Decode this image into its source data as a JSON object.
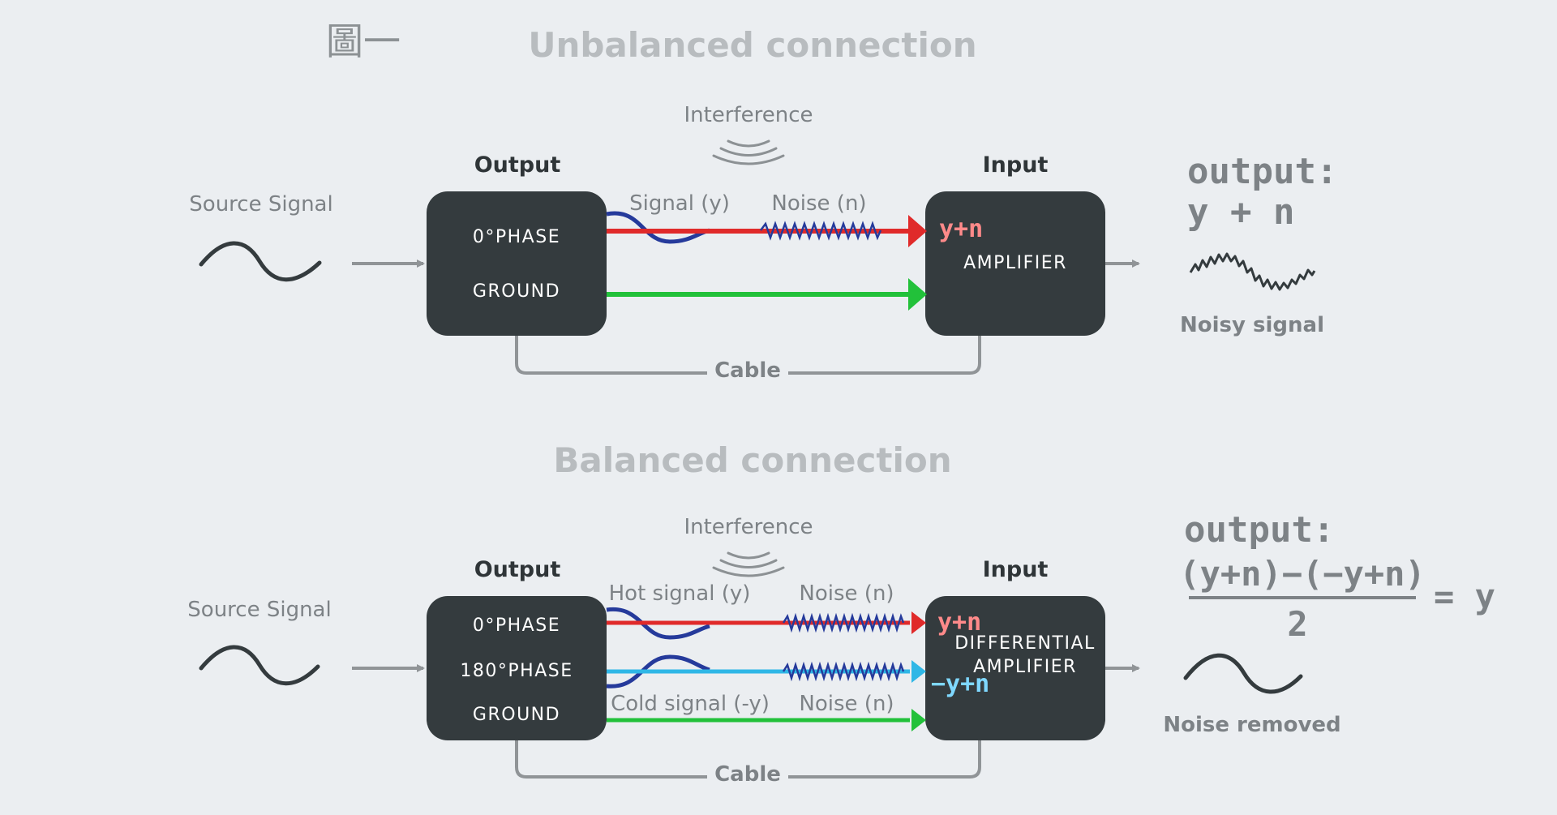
{
  "figure_label": "圖一",
  "colors": {
    "box": "#343b3e",
    "signal_hot": "#e02a2a",
    "signal_cold": "#2fb7e6",
    "ground": "#22c13a",
    "twist": "#253a9b",
    "noise": "#253a9b",
    "grey": "#909497",
    "text_pink": "#ff8a8a",
    "text_cyan": "#7fd8ff"
  },
  "unbalanced": {
    "title": "Unbalanced connection",
    "interference": "Interference",
    "source": "Source Signal",
    "output_header": "Output",
    "input_header": "Input",
    "output_box": [
      "0°PHASE",
      "GROUND"
    ],
    "amp": "AMPLIFIER",
    "signal_label": "Signal (y)",
    "noise_label": "Noise (n)",
    "input_mark": "y+n",
    "cable": "Cable",
    "result_title": "output:",
    "result_formula": "y + n",
    "result_caption": "Noisy signal"
  },
  "balanced": {
    "title": "Balanced connection",
    "interference": "Interference",
    "source": "Source Signal",
    "output_header": "Output",
    "input_header": "Input",
    "output_box": [
      "0°PHASE",
      "180°PHASE",
      "GROUND"
    ],
    "amp_line1": "DIFFERENTIAL",
    "amp_line2": "AMPLIFIER",
    "hot_label": "Hot signal (y)",
    "cold_label": "Cold signal (-y)",
    "noise_label_top": "Noise (n)",
    "noise_label_bottom": "Noise (n)",
    "hot_mark": "y+n",
    "cold_mark": "−y+n",
    "cable": "Cable",
    "result_title": "output:",
    "result_numerator": "(y+n)−(−y+n)",
    "result_denominator": "2",
    "result_equals": "= y",
    "result_caption": "Noise removed"
  }
}
